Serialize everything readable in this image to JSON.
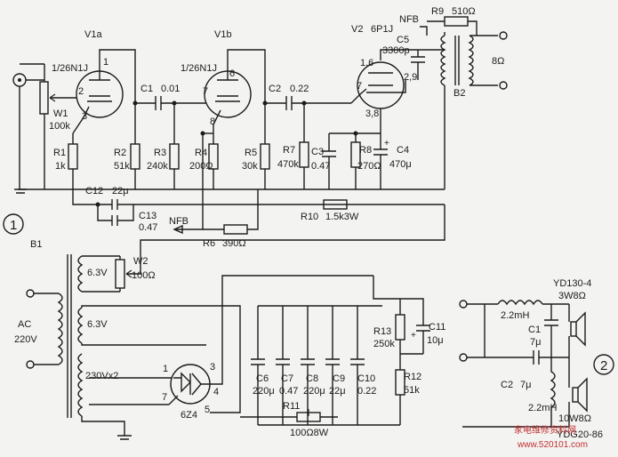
{
  "circuit1": {
    "marker": "1",
    "v1a": {
      "name": "V1a",
      "type": "1/26N1J",
      "pins": [
        "1",
        "2",
        "3"
      ]
    },
    "v1b": {
      "name": "V1b",
      "type": "1/26N1J",
      "pins": [
        "6",
        "7",
        "8"
      ]
    },
    "v2": {
      "name": "V2",
      "type": "6P1J",
      "pins": [
        "1,6",
        "7",
        "2,9",
        "3,8"
      ]
    },
    "nfb_top": "NFB",
    "nfb_bottom": "NFB",
    "r9": {
      "name": "R9",
      "value": "510Ω"
    },
    "c5": {
      "name": "C5",
      "value": "3300p"
    },
    "speaker": "8Ω",
    "b2": "B2",
    "w1": {
      "name": "W1",
      "value": "100k"
    },
    "c1": {
      "name": "C1",
      "value": "0.01"
    },
    "c2": {
      "name": "C2",
      "value": "0.22"
    },
    "r1": {
      "name": "R1",
      "value": "1k"
    },
    "r2": {
      "name": "R2",
      "value": "51k"
    },
    "r3": {
      "name": "R3",
      "value": "240k"
    },
    "r4": {
      "name": "R4",
      "value": "200Ω"
    },
    "r5": {
      "name": "R5",
      "value": "30k"
    },
    "r7": {
      "name": "R7",
      "value": "470k"
    },
    "c3": {
      "name": "C3",
      "value": "0.47"
    },
    "r8": {
      "name": "R8",
      "value": "270Ω"
    },
    "c4": {
      "name": "C4",
      "value": "470μ"
    },
    "c12": {
      "name": "C12",
      "value": "22μ"
    },
    "c13": {
      "name": "C13",
      "value": "0.47"
    },
    "r6": {
      "name": "R6",
      "value": "390Ω"
    },
    "r10": {
      "name": "R10",
      "value": "1.5k3W"
    },
    "b1": "B1",
    "w2": {
      "name": "W2",
      "value": "100Ω"
    },
    "winding1": "6.3V",
    "winding2": "6.3V",
    "winding3": "230Vx2",
    "ac": [
      "AC",
      "220V"
    ],
    "rect": {
      "name": "6Z4",
      "pins": [
        "1",
        "3",
        "7",
        "4",
        "5"
      ]
    },
    "c6": {
      "name": "C6",
      "value": "220μ"
    },
    "c7": {
      "name": "C7",
      "value": "0.47"
    },
    "c8": {
      "name": "C8",
      "value": "220μ"
    },
    "c9": {
      "name": "C9",
      "value": "22μ"
    },
    "c10": {
      "name": "C10",
      "value": "0.22"
    },
    "r13": {
      "name": "R13",
      "value": "250k"
    },
    "c11": {
      "name": "C11",
      "value": "10μ"
    },
    "r12": {
      "name": "R12",
      "value": "51k"
    },
    "r11": {
      "name": "R11",
      "value": "100Ω8W"
    }
  },
  "circuit2": {
    "marker": "2",
    "tweeter": [
      "YD130-4",
      "3W8Ω"
    ],
    "l1": "2.2mH",
    "c1": {
      "name": "C1",
      "value": "7μ"
    },
    "c2": {
      "name": "C2",
      "value": "7μ"
    },
    "l2": "2.2mH",
    "woofer": [
      "10W8Ω",
      "YDG20-86"
    ]
  },
  "watermark": [
    "家电维修资料网",
    "www.520101.com"
  ]
}
